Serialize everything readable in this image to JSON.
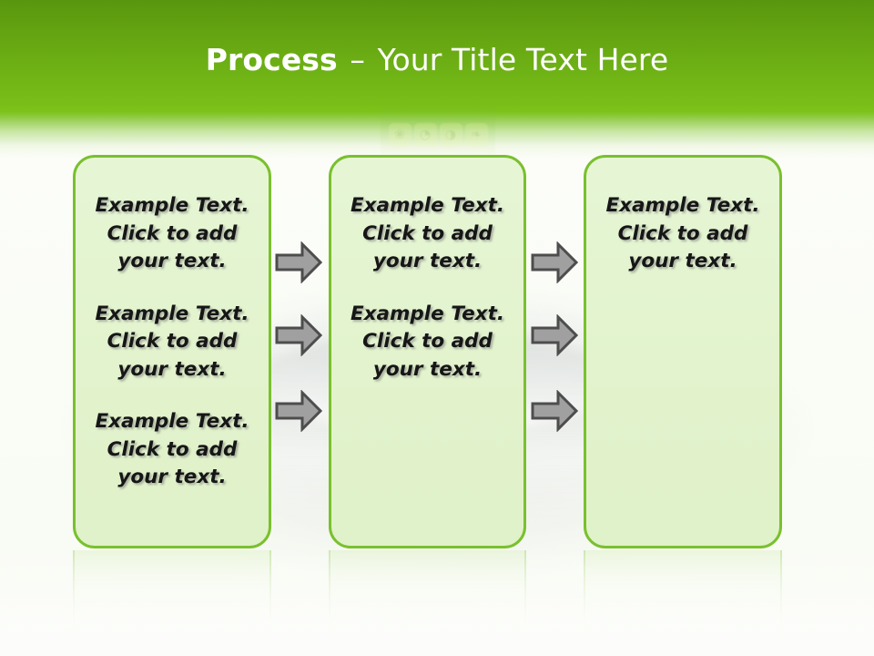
{
  "slide": {
    "title": {
      "bold_part": "Process",
      "separator": "–",
      "rest": "Your Title Text Here"
    },
    "theme": {
      "header_green_dark": "#59960f",
      "header_green_light": "#7cc219",
      "box_border": "#7ac02e",
      "box_fill": "#e2f3cd",
      "arrow_fill": "#a0a0a0",
      "arrow_stroke": "#4d4d4d",
      "title_color": "#ffffff",
      "body_text_color": "#161616"
    },
    "watermark_tiles": [
      "❀",
      "◔",
      "◑",
      "❧"
    ],
    "boxes": [
      {
        "name": "step-1",
        "paragraphs": [
          "Example Text. Click  to add your text.",
          "Example Text. Click  to add your text.",
          "Example Text. Click  to add your text."
        ]
      },
      {
        "name": "step-2",
        "paragraphs": [
          "Example Text. Click  to add your text.",
          "Example Text. Click  to add your text."
        ]
      },
      {
        "name": "step-3",
        "paragraphs": [
          "Example Text. Click  to add your text."
        ]
      }
    ],
    "connectors": [
      {
        "name": "arrow-1-to-2-row-1",
        "icon": "right-arrow-icon"
      },
      {
        "name": "arrow-1-to-2-row-2",
        "icon": "right-arrow-icon"
      },
      {
        "name": "arrow-1-to-2-row-3",
        "icon": "right-arrow-icon"
      },
      {
        "name": "arrow-2-to-3-row-1",
        "icon": "right-arrow-icon"
      },
      {
        "name": "arrow-2-to-3-row-2",
        "icon": "right-arrow-icon"
      },
      {
        "name": "arrow-2-to-3-row-3",
        "icon": "right-arrow-icon"
      }
    ]
  }
}
